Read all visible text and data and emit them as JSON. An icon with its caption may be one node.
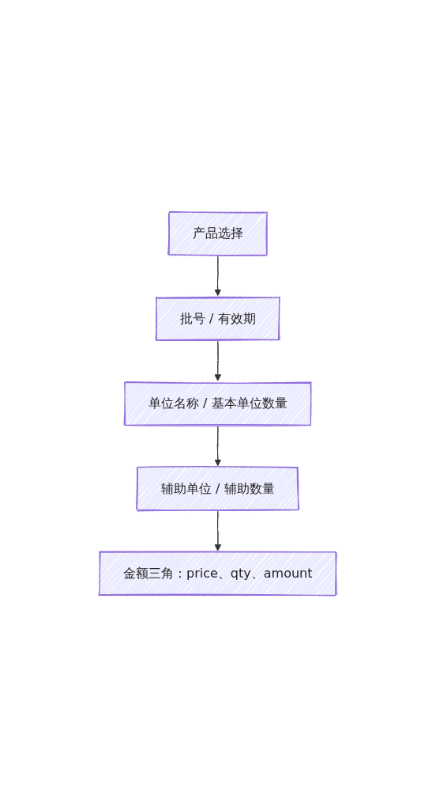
{
  "diagram": {
    "nodes": [
      {
        "text": [
          "产品选择"
        ]
      },
      {
        "text": [
          "批号 / 有效期"
        ]
      },
      {
        "text": [
          "单位名称 / 基本单位数量"
        ]
      },
      {
        "text": [
          "辅助单位 / 辅助数量"
        ]
      },
      {
        "text": [
          "金额三角：price、qty、amount"
        ]
      }
    ],
    "edges": [
      {
        "from": 0,
        "to": 1,
        "arrow": "to"
      },
      {
        "from": 1,
        "to": 2,
        "arrow": "to"
      },
      {
        "from": 2,
        "to": 3,
        "arrow": "to"
      },
      {
        "from": 3,
        "to": 4,
        "arrow": "to"
      }
    ]
  }
}
